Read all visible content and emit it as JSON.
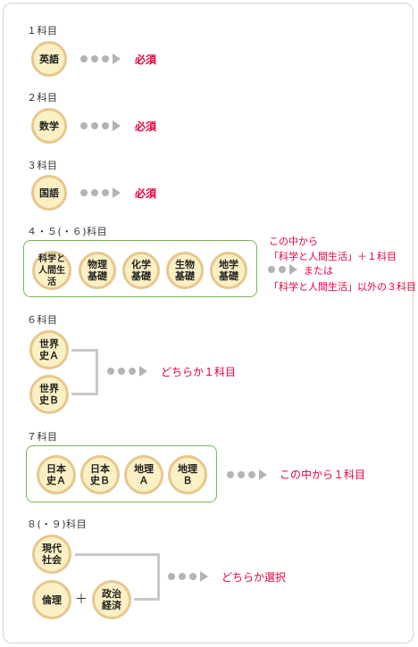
{
  "sections": {
    "s1": {
      "label": "１科目",
      "subject": "英語",
      "note": "必須"
    },
    "s2": {
      "label": "２科目",
      "subject": "数学",
      "note": "必須"
    },
    "s3": {
      "label": "３科目",
      "subject": "国語",
      "note": "必須"
    },
    "s45": {
      "label": "４・５(・６)科目",
      "subjects": [
        "科学と\n人間生活",
        "物理\n基礎",
        "化学\n基礎",
        "生物\n基礎",
        "地学\n基礎"
      ],
      "note_line1": "この中から",
      "note_line2": "「科学と人間生活」＋１科目",
      "note_or": "または",
      "note_line3": "「科学と人間生活」以外の３科目"
    },
    "s6": {
      "label": "６科目",
      "subjects": [
        "世界\n史Ａ",
        "世界\n史Ｂ"
      ],
      "note": "どちらか１科目"
    },
    "s7": {
      "label": "７科目",
      "subjects": [
        "日本\n史Ａ",
        "日本\n史Ｂ",
        "地理\nＡ",
        "地理\nＢ"
      ],
      "note": "この中から１科目"
    },
    "s89": {
      "label": "８(・９)科目",
      "subjects": [
        "現代\n社会",
        "倫理",
        "政治\n経済"
      ],
      "plus": "＋",
      "note": "どちらか選択"
    }
  },
  "colors": {
    "circle_fill": "#fbf0c4",
    "circle_border": "#e6c78e",
    "box_border": "#77b65c",
    "accent_red": "#e8003d",
    "arrow_gray": "#b3b3b3"
  }
}
